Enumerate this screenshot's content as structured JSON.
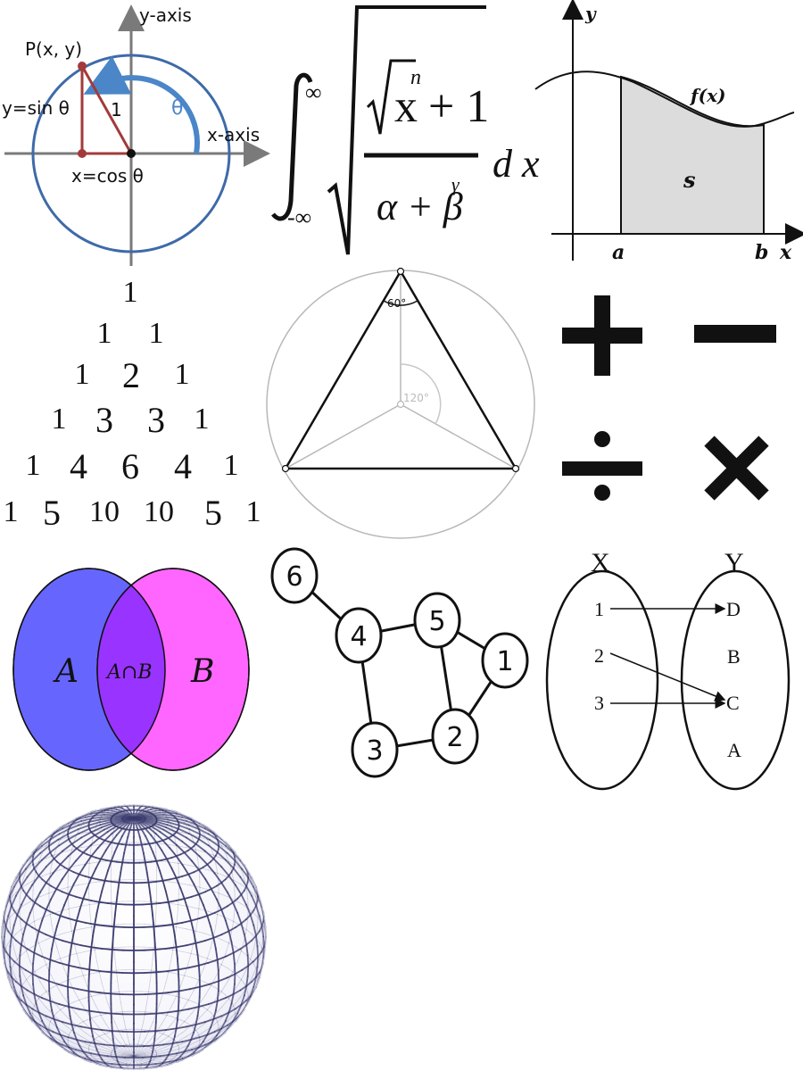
{
  "unit_circle": {
    "y_axis_label": "y-axis",
    "x_axis_label": "x-axis",
    "point_label": "P(x, y)",
    "sin_label": "y=sin θ",
    "cos_label": "x=cos θ",
    "radius_label": "1",
    "angle_label": "θ"
  },
  "integral": {
    "lower_limit": "-∞",
    "upper_limit": "∞",
    "radical_base": "x",
    "exponent": "n",
    "plus_one": "+ 1",
    "denominator": "α + β",
    "denominator_exponent": "γ",
    "differential": "d x"
  },
  "area_graph": {
    "y_label": "y",
    "x_label": "x",
    "function_label": "f(x)",
    "area_label": "s",
    "a_label": "a",
    "b_label": "b"
  },
  "pascal_triangle": {
    "rows": [
      [
        "1"
      ],
      [
        "1",
        "1"
      ],
      [
        "1",
        "2",
        "1"
      ],
      [
        "1",
        "3",
        "3",
        "1"
      ],
      [
        "1",
        "4",
        "6",
        "4",
        "1"
      ],
      [
        "1",
        "5",
        "10",
        "10",
        "5",
        "1"
      ]
    ]
  },
  "triangle": {
    "top_angle_label": "60°",
    "center_angle_label": "120°"
  },
  "operators": {
    "plus": "plus-symbol",
    "minus": "minus-symbol",
    "divide": "divide-symbol",
    "times": "times-symbol"
  },
  "venn": {
    "set_a": "A",
    "set_b": "B",
    "intersection": "A∩B",
    "color_a": "#6666ff",
    "color_b": "#ff66ff",
    "color_ab": "#9933ff"
  },
  "graph": {
    "nodes": [
      "6",
      "4",
      "5",
      "1",
      "2",
      "3"
    ]
  },
  "mapping": {
    "domain_label": "X",
    "codomain_label": "Y",
    "domain": [
      "1",
      "2",
      "3"
    ],
    "codomain": [
      "D",
      "B",
      "C",
      "A"
    ]
  },
  "sphere": {
    "grid_color": "#3a3a6e"
  }
}
